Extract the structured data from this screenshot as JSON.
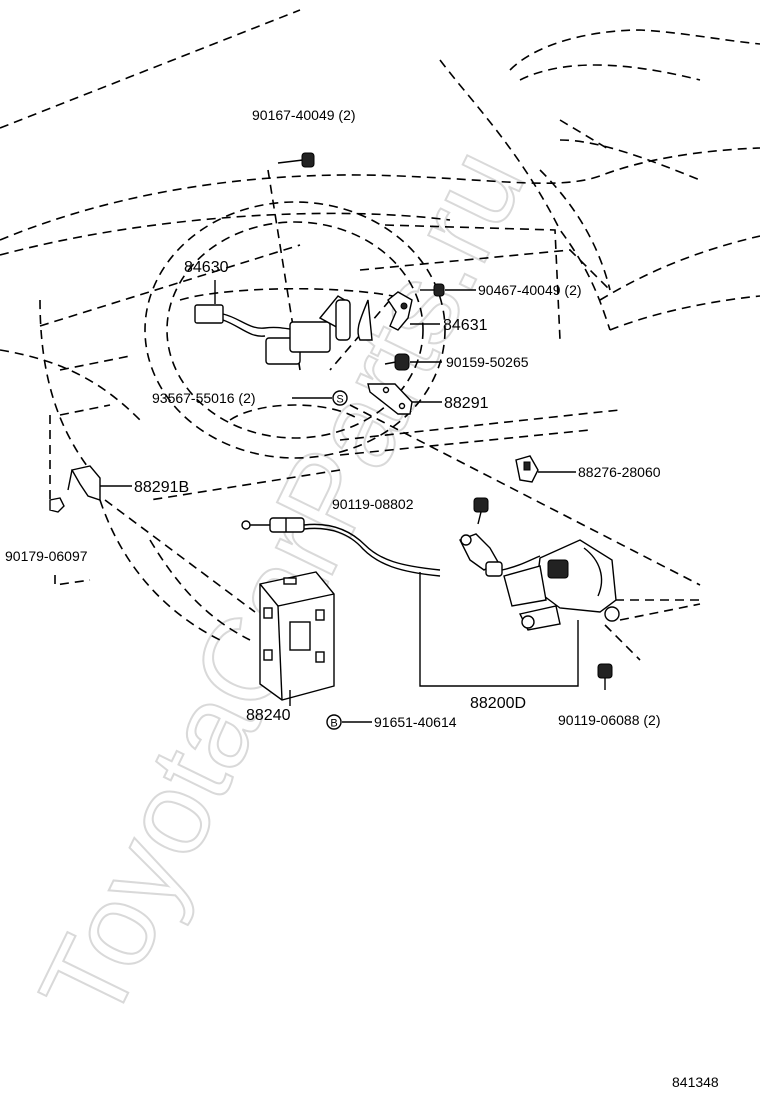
{
  "watermark": "ToyotaCarParts.ru",
  "diagram_code": "841348",
  "labels": {
    "p90167": "90167-40049 (2)",
    "p84630": "84630",
    "p90467": "90467-40049 (2)",
    "p84631": "84631",
    "p90159": "90159-50265",
    "p93567": "93567-55016 (2)",
    "p88291": "88291",
    "p88276": "88276-28060",
    "p88291b": "88291B",
    "p90119a": "90119-08802",
    "p90179": "90179-06097",
    "p88200d": "88200D",
    "p88240": "88240",
    "p90119b": "90119-06088 (2)",
    "p91651": "91651-40614"
  },
  "symbols": {
    "s_mark": "S",
    "b_mark": "B"
  }
}
